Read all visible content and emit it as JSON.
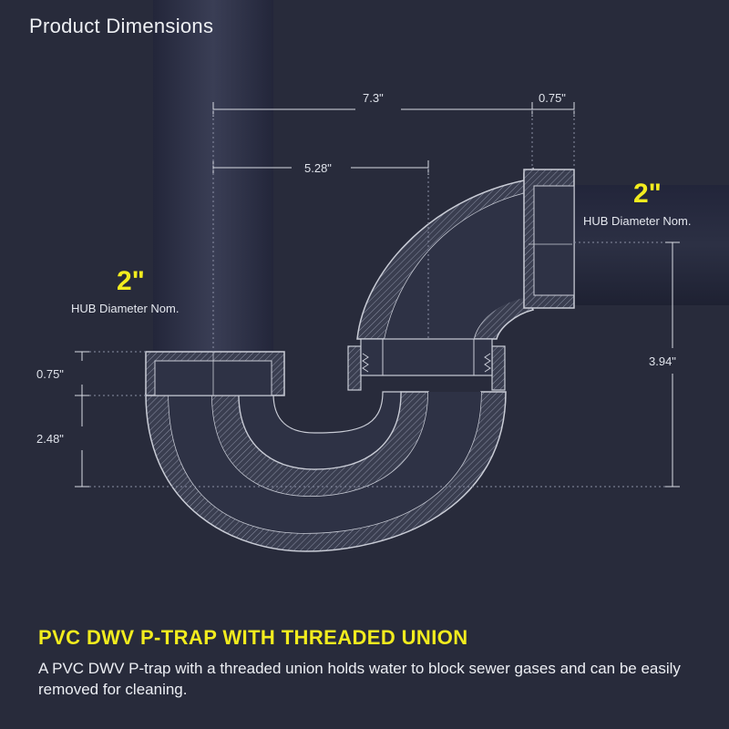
{
  "heading": "Product Dimensions",
  "dimensions": {
    "overall_width": "7.3\"",
    "outlet_hub_depth": "0.75\"",
    "center_width": "5.28\"",
    "inlet_hub_depth": "0.75\"",
    "inlet_to_bottom": "2.48\"",
    "outlet_height": "3.94\""
  },
  "inlet_hub": {
    "size": "2\"",
    "label": "HUB Diameter Nom."
  },
  "outlet_hub": {
    "size": "2\"",
    "label": "HUB Diameter Nom."
  },
  "title": "PVC DWV P-TRAP WITH THREADED UNION",
  "description": "A PVC DWV P-trap with a threaded union holds water to block sewer gases and can be easily removed for cleaning.",
  "colors": {
    "background": "#282b3b",
    "pipe": "#1e2130",
    "accent": "#f2ec1e",
    "line": "#d8dbe3"
  }
}
